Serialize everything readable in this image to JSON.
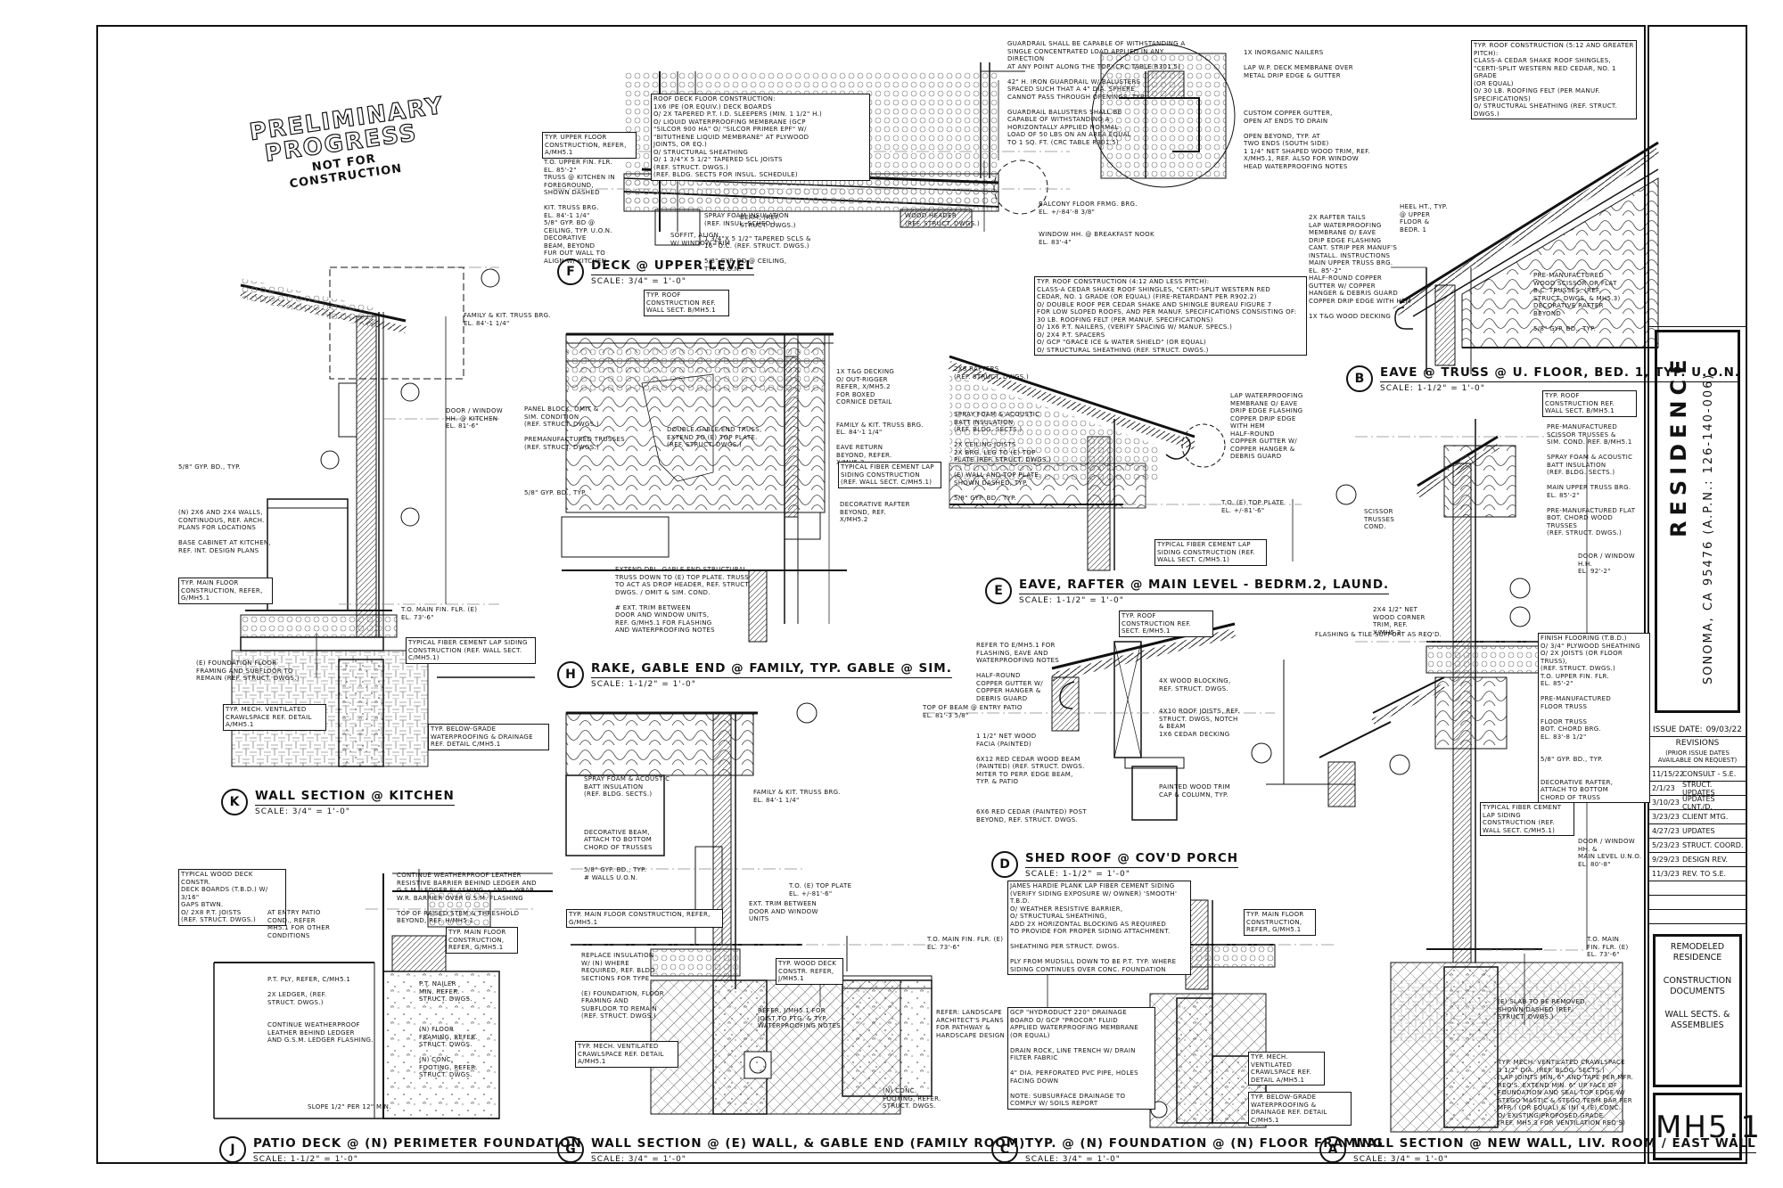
{
  "stamp": {
    "line1": "PRELIMINARY",
    "line2": "PROGRESS",
    "line3": "NOT FOR CONSTRUCTION"
  },
  "title_block": {
    "project_name": "RESIDENCE",
    "project_location": "SONOMA, CA 95476   (A.P.N.: 126-140-006)",
    "issue_date_label": "ISSUE DATE:",
    "issue_date": "09/03/22",
    "revisions_title": "REVISIONS",
    "revisions_note": "(PRIOR ISSUE DATES AVAILABLE ON REQUEST)",
    "revisions": [
      {
        "date": "11/15/22",
        "text": "CONSULT - S.E."
      },
      {
        "date": "2/1/23",
        "text": "STRUCT. UPDATES"
      },
      {
        "date": "3/10/23",
        "text": "UPDATES CLNT./D."
      },
      {
        "date": "3/23/23",
        "text": "CLIENT MTG."
      },
      {
        "date": "4/27/23",
        "text": "UPDATES"
      },
      {
        "date": "5/23/23",
        "text": "STRUCT. COORD."
      },
      {
        "date": "9/29/23",
        "text": "DESIGN REV."
      },
      {
        "date": "11/3/23",
        "text": "REV. TO S.E."
      }
    ],
    "doc_title_1": "REMODELED RESIDENCE",
    "doc_title_2": "CONSTRUCTION DOCUMENTS",
    "doc_title_3": "WALL SECTS. & ASSEMBLIES",
    "sheet_number": "MH5.1"
  },
  "details": [
    {
      "id": "F",
      "title": "DECK @ UPPER LEVEL",
      "scale": "SCALE: 3/4\" = 1'-0\""
    },
    {
      "id": "B",
      "title": "EAVE @ TRUSS @ U. FLOOR, BED. 1, TYP. U.O.N.",
      "scale": "SCALE: 1-1/2\" = 1'-0\""
    },
    {
      "id": "K",
      "title": "WALL SECTION @ KITCHEN",
      "scale": "SCALE: 3/4\" = 1'-0\""
    },
    {
      "id": "H",
      "title": "RAKE, GABLE END @ FAMILY, TYP. GABLE @ SIM.",
      "scale": "SCALE: 1-1/2\" = 1'-0\""
    },
    {
      "id": "E",
      "title": "EAVE, RAFTER @ MAIN LEVEL - BEDRM.2, LAUND.",
      "scale": "SCALE: 1-1/2\" = 1'-0\""
    },
    {
      "id": "D",
      "title": "SHED ROOF @ COV'D PORCH",
      "scale": "SCALE: 1-1/2\" = 1'-0\""
    },
    {
      "id": "J",
      "title": "PATIO DECK @ (N) PERIMETER FOUNDATION",
      "scale": "SCALE: 1-1/2\" = 1'-0\""
    },
    {
      "id": "G",
      "title": "WALL SECTION @ (E) WALL, & GABLE END (FAMILY ROOM)",
      "scale": "SCALE: 3/4\" = 1'-0\""
    },
    {
      "id": "C",
      "title": "TYP. @ (N) FOUNDATION @ (N) FLOOR FRAMING",
      "scale": "SCALE: 3/4\" = 1'-0\""
    },
    {
      "id": "A",
      "title": "WALL SECTION @ NEW WALL, LIV. ROOM / EAST WALL",
      "scale": "SCALE: 3/4\" = 1'-0\""
    }
  ],
  "notes": {
    "f_roofdeck": "ROOF DECK FLOOR CONSTRUCTION:\n1x6 IPE (OR EQUIV.) DECK BOARDS\nO/ 2x TAPERED P.T. I.D. SLEEPERS (MIN. 1 1/2\" H.)\nO/ LIQUID WATERPROOFING MEMBRANE (GCP\n\"SILCOR 900 HA\" O/ \"SILCOR PRIMER EPF\" W/\n\"BITUTHENE LIQUID MEMBRANE\" AT PLYWOOD\nJOINTS, OR EQ.)\nO/ STRUCTURAL SHEATHING\nO/ 1 3/4\"x 5 1/2\" TAPERED SCL JOISTS\n(REF. STRUCT. DWGS.)\n(REF. BLDG. SECTS FOR INSUL. SCHEDULE)",
    "f_guardrail": "GUARDRAIL SHALL BE CAPABLE OF WITHSTANDING A\nSINGLE CONCENTRATED LOAD APPLIED IN ANY DIRECTION\nAT ANY POINT ALONG THE TOP (CRC TABLE R301.5)\n\n42\" H. IRON GUARDRAIL W/ BALUSTERS\nSPACED SUCH THAT A 4\" DIA. SPHERE\nCANNOT PASS THROUGH OPENINGS, TYP.\n\nGUARDRAIL BALUSTERS SHALL BE\nCAPABLE OF WITHSTANDING A\nHORIZONTALLY APPLIED NORMAL\nLOAD OF 50 LBS ON AN AREA EQUAL\nTO 1 SQ. FT. (CRC TABLE R301.5)",
    "f_gutter": "1x INORGANIC NAILERS\n\nLAP W.P. DECK MEMBRANE OVER\nMETAL DRIP EDGE & GUTTER\n\n\n\n\nCUSTOM COPPER GUTTER,\nOPEN AT ENDS TO DRAIN\n\nOPEN BEYOND, TYP. AT\nTWO ENDS (SOUTH SIDE)\n1 1/4\" NET SHAPED WOOD TRIM, REF.\nX/MH5.1, REF. ALSO FOR WINDOW\nHEAD WATERPROOFING NOTES",
    "f_left": "T.O. UPPER FIN. FLR.\nEL. 85'-2\"\nTRUSS @ KITCHEN IN\nFOREGROUND,\nSHOWN DASHED\n\nKIT. TRUSS BRG.\nEL. 84'-1 1/4\"\n5/8\" GYP. BD @\nCEILING, TYP. U.O.N.\nDECORATIVE\nBEAM, BEYOND\nFUR OUT WALL TO\nALIGN W/ KITCHEN",
    "f_bottom": "SPRAY FOAM INSULATION\n(REF. INSUL. SCHED.)\n\n1 3/4\"x 5 1/2\" TAPERED SCLs &\n16\" O.C. (REF. STRUCT. DWGS.)\n\n5/8\" GYP. BD @ CEILING,\nTYP. U.O.N.",
    "f_right": "BALCONY FLOOR FRMG. BRG.\nEL. +/-84'-8 3/8\"\n\n\nWINDOW HH. @ BREAKFAST NOOK\nEL. 83'-4\"",
    "b_roof": "TYP. ROOF CONSTRUCTION (5:12 AND GREATER\nPITCH):\nCLASS-A CEDAR SHAKE ROOF SHINGLES,\n\"CERTI-SPLIT WESTERN RED CEDAR, NO. 1 GRADE\n(OR EQUAL)\nO/ 30 LB. ROOFING FELT (PER MANUF.\nSPECIFICATIONS)\nO/ STRUCTURAL SHEATHING (REF. STRUCT. DWGS.)",
    "b_left": "2x RAFTER TAILS\nLAP WATERPROOFING\nMEMBRANE O/ EAVE\nDRIP EDGE FLASHING\nCANT. STRIP PER MANUF'S\nINSTALL. INSTRUCTIONS\nMAIN UPPER TRUSS BRG.\nEL. 85'-2\"\nHALF-ROUND COPPER\nGUTTER W/ COPPER\nHANGER & DEBRIS GUARD\nCOPPER DRIP EDGE WITH HEM\n\n1x T&G WOOD DECKING",
    "b_right": "PRE-MANUFACTURED\nWOOD SCISSOR OR FLAT\nB.C. TRUSSES, (REF.\nSTRUCT. DWGS. & MH5.3)\nDECORATIVE RAFTER\nBEYOND\n\n5/8\" GYP. BD., TYP.",
    "h_notes": "PANEL BLOCK, OMIT &\nSIM. CONDITION\n(REF. STRUCT. DWGS.)\n\nPREMANUFACTURED TRUSSES\n(REF. STRUCT. DWGS.)\n\n\n\n\n\n5/8\" GYP. BD., TYP.",
    "h_mid": "DOUBLE GABLE END TRUSS,\nEXTEND TO (E) TOP PLATE.\n(REF. STRUCT. DWGS.)",
    "h_right": "1x T&G DECKING\nO/ OUT-RIGGER\nREFER, X/MH5.2\nFOR BOXED\nCORNICE DETAIL\n\n\nFAMILY & KIT. TRUSS BRG.\nEL. 84'-1 1/4\"\n\nEAVE RETURN\nBEYOND, REFER.\nX/MH5.2",
    "h_bottom": "EXTEND DBL. GABLE END STRUCTURAL\nTRUSS DOWN TO (E) TOP PLATE. TRUSS\nTO ACT AS DROP HEADER, REF. STRUCT.\nDWGS. / OMIT & SIM. COND.\n\n# EXT. TRIM BETWEEN\nDOOR AND WINDOW UNITS,\nREF. G/MH5.1 FOR FLASHING\nAND WATERPROOFING NOTES",
    "e_roof": "TYP. ROOF CONSTRUCTION (4:12 AND LESS PITCH):\nCLASS-A CEDAR SHAKE ROOF SHINGLES, \"CERTI-SPLIT WESTERN RED\nCEDAR, NO. 1 GRADE (OR EQUAL) (FIRE-RETARDANT PER R902.2)\nO/ DOUBLE ROOF PER CEDAR SHAKE AND SHINGLE BUREAU FIGURE 7\nFOR LOW SLOPED ROOFS, AND PER MANUF. SPECIFICATIONS CONSISTING OF:\n30 LB. ROOFING FELT (PER MANUF. SPECIFICATIONS)\nO/ 1x6 P.T. NAILERS, (VERIFY SPACING W/ MANUF. SPECS.)\nO/ 2x4 P.T. SPACERS\nO/ GCP \"GRACE ICE & WATER SHIELD\" (OR EQUAL)\nO/ STRUCTURAL SHEATHING (REF. STRUCT. DWGS.)",
    "e_left": "2x8 RAFTERS\n(REF. STRUCT. DWGS.)\n\n\n\n\nSPRAY FOAM & ACOUSTIC\nBATT INSULATION\n(REF. BLDG. SECTS.)\n\n2x CEILING JOISTS\n2x BRG. LEG TO (E) TOP\nPLATE (REF. STRUCT. DWGS.)\n\n(E) WALL AND TOP PLATE,\nSHOWN DASHED, TYP.\n\n5/8\" GYP. BD., TYP.",
    "e_right": "LAP WATERPROOFING\nMEMBRANE O/ EAVE\nDRIP EDGE FLASHING\nCOPPER DRIP EDGE\nWITH HEM\nHALF-ROUND\nCOPPER GUTTER W/\nCOPPER HANGER &\nDEBRIS GUARD",
    "k_notes": "5/8\" GYP. BD., TYP.\n\n\n\n\n\n(N) 2x6 AND 2x4 WALLS,\nCONTINUOUS, REF. ARCH.\nPLANS FOR LOCATIONS\n\nBASE CABINET AT KITCHEN,\nREF. INT. DESIGN PLANS",
    "k_bottom": "(E) FOUNDATION FLOOR\nFRAMING AND SUBFLOOR TO\nREMAIN (REF. STRUCT. DWGS.)",
    "d_left": "REFER TO E/MH5.1 FOR\nFLASHING, EAVE AND\nWATERPROOFING NOTES\n\nHALF-ROUND\nCOPPER GUTTER W/\nCOPPER HANGER &\nDEBRIS GUARD\n\n\n\n\n1 1/2\" NET WOOD\nFACIA (PAINTED)\n\n6x12 RED CEDAR WOOD BEAM\n(PAINTED) (REF. STRUCT. DWGS.\nMITER TO PERP. EDGE BEAM,\nTYP. & PATIO\n\n\n\n6x6 RED CEDAR (PAINTED) POST\nBEYOND, REF. STRUCT. DWGS.",
    "d_right": "4x WOOD BLOCKING,\nREF. STRUCT. DWGS.\n\n\n4x10 ROOF JOISTS, REF.\nSTRUCT. DWGS, NOTCH\n& BEAM\n1x6 CEDAR DECKING\n\n\n\n\n\n\nPAINTED WOOD TRIM\nCAP & COLUMN, TYP.",
    "j_notes": "CONTINUE WEATHERPROOF LEATHER\nRESISTIVE BARRIER BEHIND LEDGER AND\nG.S.M. LEDGER FLASHING. - AND - WRAP\nW.R. BARRIER OVER G.S.M. FLASHING\n\nTOP OF RAISED STEM & THRESHOLD\nBEYOND, REF. H/MH5.1",
    "j_mid": "P.T. PLY, REFER, C/MH5.1\n\n2x LEDGER, (REF.\nSTRUCT. DWGS.)\n\n\nCONTINUE WEATHERPROOF\nLEATHER BEHIND LEDGER\nAND G.S.M. LEDGER FLASHING.",
    "j_right": "P.T. NAILER\nMIN. REFER.\nSTRUCT. DWGS.\n\n\n\n(N) FLOOR\nFRAMING, REFER.\nSTRUCT. DWGS.\n\n(N) CONC.\nFOOTING, REFER.\nSTRUCT. DWGS.",
    "g_notes": "SPRAY FOAM & ACOUSTIC\nBATT INSULATION\n(REF. BLDG. SECTS.)\n\n\n\n\nDECORATIVE BEAM,\nATTACH TO BOTTOM\nCHORD OF TRUSSES\n\n\n5/8\" GYP. BD., TYP.\n# WALLS U.O.N.",
    "g_bottom": "REPLACE INSULATION\nW/ (N) WHERE\nREQUIRED, REF. BLDG.\nSECTIONS FOR TYPE\n\n(E) FOUNDATION, FLOOR\nFRAMING AND\nSUBFLOOR TO REMAIN\n(REF. STRUCT. DWGS.)",
    "c_siding": "JAMES HARDIE PLANK LAP FIBER CEMENT SIDING\n(VERIFY SIDING EXPOSURE W/ OWNER) 'SMOOTH'\nT.B.D.\nO/ WEATHER RESISTIVE BARRIER,\nO/ STRUCTURAL SHEATHING,\nADD 2x HORIZONTAL BLOCKING AS REQUIRED\nTO PROVIDE FOR PROPER SIDING ATTACHMENT.\n\nSHEATHING PER STRUCT. DWGS.\n\nPLY FROM MUDSILL DOWN TO BE P.T. TYP. WHERE\nSIDING CONTINUES OVER CONC. FOUNDATION",
    "c_below": "GCP \"HYDRODUCT 220\" DRAINAGE\nBOARD O/ GCP \"PROCOR\" FLUID\nAPPLIED WATERPROOFING MEMBRANE\n(OR EQUAL)\n\nDRAIN ROCK, LINE TRENCH W/ DRAIN\nFILTER FABRIC\n\n4\" DIA. PERFORATED PVC PIPE, HOLES\nFACING DOWN\n\nNOTE: SUBSURFACE DRAINAGE TO\nCOMPLY W/ SOILS REPORT",
    "a_notes": "PRE-MANUFACTURED\nSCISSOR TRUSSES &\nSIM. COND. REF. B/MH5.1\n\nSPRAY FOAM & ACOUSTIC\nBATT INSULATION\n(REF. BLDG. SECTS.)\n\nMAIN UPPER TRUSS BRG.\nEL. 85'-2\"\n\nPRE-MANUFACTURED FLAT\nBOT. CHORD WOOD TRUSSES\n(REF. STRUCT. DWGS.)",
    "a_floor": "FINISH FLOORING (T.B.D.)\nO/ 3/4\" PLYWOOD SHEATHING\nO/ 2x JOISTS (OR FLOOR TRUSS),\n(REF. STRUCT. DWGS.)\nT.O. UPPER FIN. FLR.\nEL. 85'-2\"\n\nPRE-MANUFACTURED\nFLOOR TRUSS\n\nFLOOR TRUSS\nBOT. CHORD BRG.\nEL. 83'-8 1/2\"\n\n\n5/8\" GYP. BD., TYP.\n\n\nDECORATIVE RAFTER,\nATTACH TO BOTTOM\nCHORD OF TRUSS",
    "a_bottom": "(E) SLAB TO BE REMOVED,\nSHOWN DASHED (REF.\nSTRUCT. DWGS.)\n\n\n\n\n\nTYP. MECH. VENTILATED CRAWLSPACE\n3 1/2\" DIA. (REF. BLDG. SECTS.)\n(LAP JOINTS MIN. 6\" AND TAPE PER MFR.\nREQ'S. EXTEND MIN. 6\" UP FACE OF\nFOUNDATION AND SEAL TOP EDGE W/\nSTEGO MASTIC & STEGO TERM BAR PER\nMFR.) (OR EQUAL) & (N) 4 (E) CONC.\nO/ EXISTING/PROPOSED GRADE\n(REF. MH5.3 FOR VENTILATION REQ'S)"
  },
  "labels": {
    "typ_upper_floor": "TYP. UPPER FLOOR CONSTRUCTION, REFER, A/MH5.1",
    "typ_main_floor": "TYP. MAIN FLOOR CONSTRUCTION, REFER, G/MH5.1",
    "typ_fiber_cement": "TYPICAL FIBER CEMENT LAP SIDING CONSTRUCTION (REF. WALL SECT. C/MH5.1)",
    "typ_mech_vent": "TYP. MECH. VENTILATED CRAWLSPACE REF. DETAIL A/MH5.1",
    "typ_below_grade": "TYP. BELOW-GRADE WATERPROOFING & DRAINAGE REF. DETAIL C/MH5.1",
    "typ_roof_constr": "TYP. ROOF CONSTRUCTION REF. SECT. E/MH5.1",
    "typ_roof_constr_b": "TYP. ROOF CONSTRUCTION REF. WALL SECT. B/MH5.1",
    "typ_wood_deck": "TYP. WOOD DECK CONSTR. REFER, J/MH5.1",
    "typical_wood_deck_j": "TYPICAL WOOD DECK CONSTR.\nDECK BOARDS (T.B.D.) W/ 3/16\"\nGAPS BTWN.\nO/ 2x8 P.T. JOISTS\n(REF. STRUCT. DWGS.)",
    "el_kitchen": "FAMILY & KIT. TRUSS BRG.\nEL. 84'-1 1/4\"",
    "el_door_k": "DOOR / WINDOW\nHH. @ KITCHEN\nEL. 81'-6\"",
    "el_main_k": "T.O. MAIN FIN. FLR. (E)\nEL. 73'-6\"",
    "el_main_g": "T.O. MAIN FIN. FLR. (E)\nEL. 73'-6\"",
    "el_main_a": "T.O. MAIN\nFIN. FLR. (E)\nEL. 73'-6\"",
    "el_top_plate_e": "T.O. (E) TOP PLATE\nEL. +/-81'-6\"",
    "el_top_plate_g": "T.O. (E) TOP PLATE\nEL. +/-81'-6\"",
    "el_top_beam": "TOP OF BEAM @ ENTRY PATIO\nEL. 81'-3 5/8\"",
    "el_door_a": "DOOR / WINDOW HH. &\nMAIN LEVEL U.N.O.\nEL. 80'-8\"",
    "el_door_a2": "DOOR / WINDOW H.H.\nEL. 92'-2\"",
    "el_upper_a": "T.O. UPPER FIN. FLR.\nEL. 85'-2\"",
    "flashing": "FLASHING & TILE SUPPORT AS REQ'D.",
    "entry_patio": "AT ENTRY PATIO\nCOND., REFER\nMH5.1 FOR OTHER\nCONDITIONS",
    "slope": "SLOPE 1/2\" PER 12\" MIN.",
    "landscape": "REFER: LANDSCAPE\nARCHITECT'S PLANS\nFOR PATHWAY &\nHARDSCAPE DESIGN",
    "joist_ftg": "REFER, J/MH5.1 FOR\nJOIST TO FTG. & TYP.\nWATERPROOFING NOTES",
    "conc_ftg": "(N) CONC.\nFOOTING, REFER.\nSTRUCT. DWGS.",
    "scissor": "SCISSOR\nTRUSSES\nCOND.",
    "wood_corner": "2x4 1/2\" NET\nWOOD CORNER\nTRIM, REF.\nX/MH5.2",
    "ext_trim": "EXT. TRIM BETWEEN\nDOOR AND WINDOW\nUNITS",
    "heel": "HEEL HT., TYP.\n@ UPPER\nFLOOR &\nBEDR. 1",
    "decor_rafter": "DECORATIVE RAFTER\nBEYOND, REF.\nX/MH5.2",
    "soffit": "SOFFIT, ALIGN\nW/ WINDOW TRIM",
    "beam_ref": "BEAM, (REF.\nSTRUCT. DWGS.)",
    "wood_header": "WOOD HEADER\n(REF. STRUCT. DWGS.)"
  }
}
